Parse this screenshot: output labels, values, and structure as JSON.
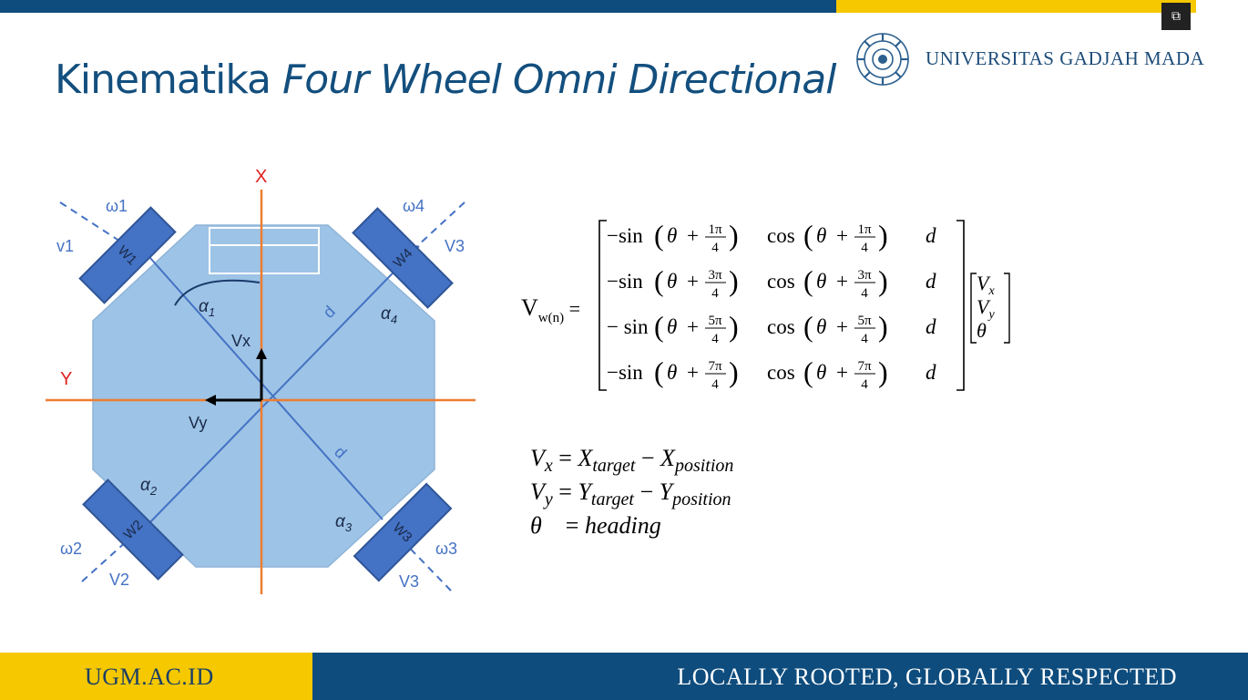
{
  "slide": {
    "title_plain": "Kinematika ",
    "title_italic": "Four Wheel Omni Directional",
    "university": "UNIVERSITAS GADJAH MADA",
    "url": "UGM.AC.ID",
    "tagline": "LOCALLY ROOTED, GLOBALLY RESPECTED",
    "fullscreen_icon": "⧉"
  },
  "diagram": {
    "axis_x": "X",
    "axis_y": "Y",
    "vx": "Vx",
    "vy": "Vy",
    "d": "d",
    "wheels": [
      "W1",
      "W2",
      "W3",
      "W4"
    ],
    "omegas": [
      "ω1",
      "ω2",
      "ω3",
      "ω4"
    ],
    "velocities": [
      "v1",
      "V2",
      "V3",
      "V3"
    ],
    "alpha1": "α",
    "alpha2": "α",
    "alpha3": "α",
    "alpha4": "α",
    "sub1": "1",
    "sub2": "2",
    "sub3": "3",
    "sub4": "4",
    "colors": {
      "body": "#9dc3e6",
      "wheel": "#4472c4",
      "axis": "#ed7d31",
      "axis_label": "#e02020",
      "label": "#4472c4"
    }
  },
  "matrix": {
    "lhs": "V",
    "lhs_sub": "w(n)",
    "rows": [
      {
        "c1": "−sin",
        "n": "1π",
        "c2": "cos",
        "c3": "d"
      },
      {
        "c1": "−sin",
        "n": "3π",
        "c2": "cos",
        "c3": "d"
      },
      {
        "c1": "− sin",
        "n": "5π",
        "c2": "cos",
        "c3": "d"
      },
      {
        "c1": "−sin",
        "n": "7π",
        "c2": "cos",
        "c3": "d"
      }
    ],
    "theta": "θ",
    "plus": "+",
    "denom": "4",
    "vector": [
      {
        "v": "V",
        "s": "x"
      },
      {
        "v": "V",
        "s": "y"
      },
      {
        "v": "θ",
        "s": ""
      }
    ]
  },
  "equations": [
    {
      "lhs": "V",
      "lhs_sub": "x",
      "eq": " = ",
      "a": "X",
      "a_sub": "target",
      "op": " − ",
      "b": "X",
      "b_sub": "position"
    },
    {
      "lhs": "V",
      "lhs_sub": "y",
      "eq": " = ",
      "a": "Y",
      "a_sub": "target",
      "op": " − ",
      "b": "Y",
      "b_sub": "position"
    },
    {
      "lhs": "θ",
      "lhs_sub": "",
      "eq": "    = ",
      "a": "heading",
      "a_sub": "",
      "op": "",
      "b": "",
      "b_sub": ""
    }
  ]
}
